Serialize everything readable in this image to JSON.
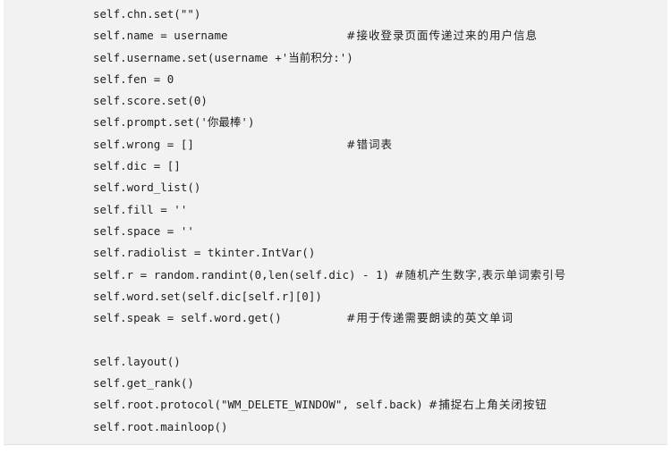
{
  "code": {
    "lines": [
      {
        "code": "self.chn.set(\"\")",
        "comment": ""
      },
      {
        "code": "self.name = username",
        "comment": "#接收登录页面传递过来的用户信息"
      },
      {
        "code": "self.username.set(username +'当前积分:')",
        "comment": ""
      },
      {
        "code": "self.fen = 0",
        "comment": ""
      },
      {
        "code": "self.score.set(0)",
        "comment": ""
      },
      {
        "code": "self.prompt.set('你最棒')",
        "comment": ""
      },
      {
        "code": "self.wrong = []",
        "comment": "#错词表"
      },
      {
        "code": "self.dic = []",
        "comment": ""
      },
      {
        "code": "self.word_list()",
        "comment": ""
      },
      {
        "code": "self.fill = ''",
        "comment": ""
      },
      {
        "code": "self.space = ''",
        "comment": ""
      },
      {
        "code": "self.radiolist = tkinter.IntVar()",
        "comment": ""
      },
      {
        "code": "self.r = random.randint(0,len(self.dic) - 1)",
        "comment": "#随机产生数字,表示单词索引号",
        "inline": true
      },
      {
        "code": "self.word.set(self.dic[self.r][0])",
        "comment": ""
      },
      {
        "code": "self.speak = self.word.get()",
        "comment": "#用于传递需要朗读的英文单词"
      },
      {
        "code": "",
        "comment": ""
      },
      {
        "code": "self.layout()",
        "comment": ""
      },
      {
        "code": "self.get_rank()",
        "comment": ""
      },
      {
        "code": "self.root.protocol(\"WM_DELETE_WINDOW\", self.back)",
        "comment": "#捕捉右上角关闭按钮",
        "inline": true
      },
      {
        "code": "self.root.mainloop()",
        "comment": ""
      }
    ]
  }
}
